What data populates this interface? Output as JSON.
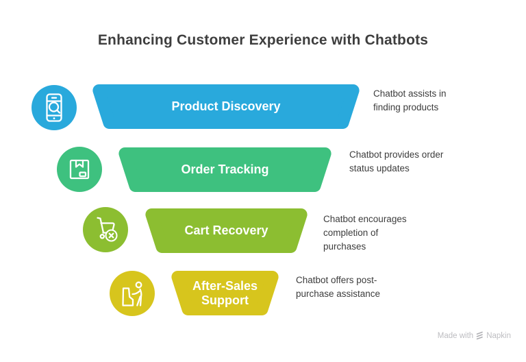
{
  "title": "Enhancing Customer Experience with Chatbots",
  "rows": [
    {
      "id": "product-discovery",
      "label": "Product Discovery",
      "color": "#29A9DC",
      "icon": "phone-search-icon",
      "description_lines": [
        "Chatbot assists in",
        "finding products",
        ""
      ]
    },
    {
      "id": "order-tracking",
      "label": "Order Tracking",
      "color": "#3EC17F",
      "icon": "package-box-icon",
      "description_lines": [
        "Chatbot provides order",
        "status updates",
        ""
      ]
    },
    {
      "id": "cart-recovery",
      "label": "Cart Recovery",
      "color": "#8CBE31",
      "icon": "cart-remove-icon",
      "description_lines": [
        "Chatbot encourages",
        "completion of",
        "purchases"
      ]
    },
    {
      "id": "after-sales-support",
      "label": "After-Sales Support",
      "color": "#D7C51D",
      "icon": "person-support-icon",
      "description_lines": [
        "Chatbot offers post-",
        "purchase assistance",
        ""
      ]
    }
  ],
  "watermark": {
    "prefix": "Made with",
    "brand": "Napkin",
    "logo": "napkin-logo-icon"
  }
}
